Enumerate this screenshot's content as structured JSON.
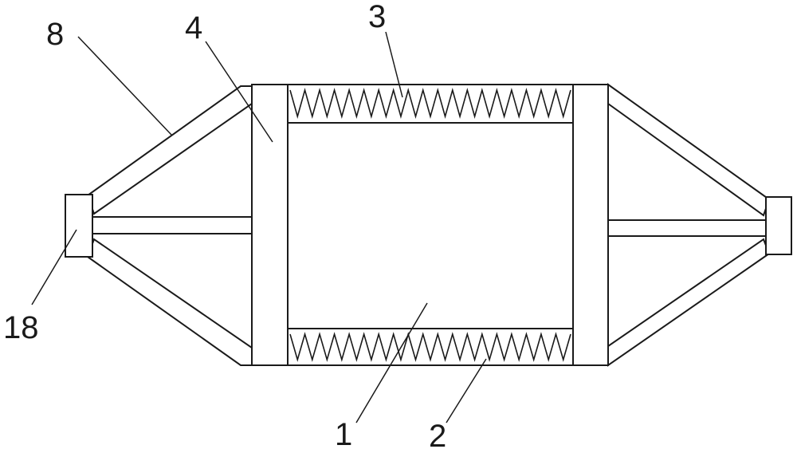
{
  "labels": {
    "l1": "1",
    "l2": "2",
    "l3": "3",
    "l4": "4",
    "l8": "8",
    "l18": "18"
  }
}
